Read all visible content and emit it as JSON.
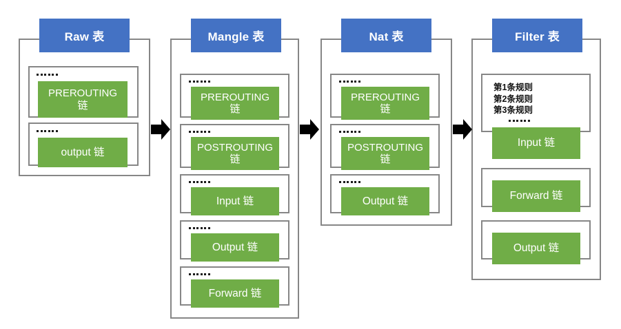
{
  "diagram": {
    "title": "iptables tables and chains flow",
    "colors": {
      "header_blue": "#4472C4",
      "chain_green": "#70AD47",
      "frame_gray": "#868686",
      "arrow_black": "#000000",
      "text_white": "#FFFFFF",
      "text_black": "#111111"
    },
    "ellipsis_dots": 6,
    "tables": [
      {
        "id": "raw",
        "header": "Raw 表",
        "chains": [
          {
            "label": "PREROUTING 链",
            "line1": "PREROUTING",
            "line2": "链",
            "has_dots": true,
            "rules": null
          },
          {
            "label": "output 链",
            "line1": "output 链",
            "line2": "",
            "has_dots": true,
            "rules": null
          }
        ]
      },
      {
        "id": "mangle",
        "header": "Mangle 表",
        "chains": [
          {
            "label": "PREROUTING 链",
            "line1": "PREROUTING",
            "line2": "链",
            "has_dots": true,
            "rules": null
          },
          {
            "label": "POSTROUTING 链",
            "line1": "POSTROUTING",
            "line2": "链",
            "has_dots": true,
            "rules": null
          },
          {
            "label": "Input 链",
            "line1": "Input 链",
            "line2": "",
            "has_dots": true,
            "rules": null
          },
          {
            "label": "Output 链",
            "line1": "Output 链",
            "line2": "",
            "has_dots": true,
            "rules": null
          },
          {
            "label": "Forward 链",
            "line1": "Forward 链",
            "line2": "",
            "has_dots": true,
            "rules": null
          }
        ]
      },
      {
        "id": "nat",
        "header": "Nat 表",
        "chains": [
          {
            "label": "PREROUTING 链",
            "line1": "PREROUTING",
            "line2": "链",
            "has_dots": true,
            "rules": null
          },
          {
            "label": "POSTROUTING 链",
            "line1": "POSTROUTING",
            "line2": "链",
            "has_dots": true,
            "rules": null
          },
          {
            "label": "Output 链",
            "line1": "Output 链",
            "line2": "",
            "has_dots": true,
            "rules": null
          }
        ]
      },
      {
        "id": "filter",
        "header": "Filter 表",
        "chains": [
          {
            "label": "Input 链",
            "line1": "Input 链",
            "line2": "",
            "has_dots": true,
            "rules": "第1条规则\n第2条规则\n第3条规则"
          },
          {
            "label": "Forward 链",
            "line1": "Forward 链",
            "line2": "",
            "has_dots": false,
            "rules": null
          },
          {
            "label": "Output 链",
            "line1": "Output 链",
            "line2": "",
            "has_dots": false,
            "rules": null
          }
        ]
      }
    ],
    "arrows": [
      {
        "id": "raw-to-mangle",
        "name": "arrow-raw-to-mangle"
      },
      {
        "id": "mangle-to-nat",
        "name": "arrow-mangle-to-nat"
      },
      {
        "id": "nat-to-filter",
        "name": "arrow-nat-to-filter"
      }
    ]
  }
}
